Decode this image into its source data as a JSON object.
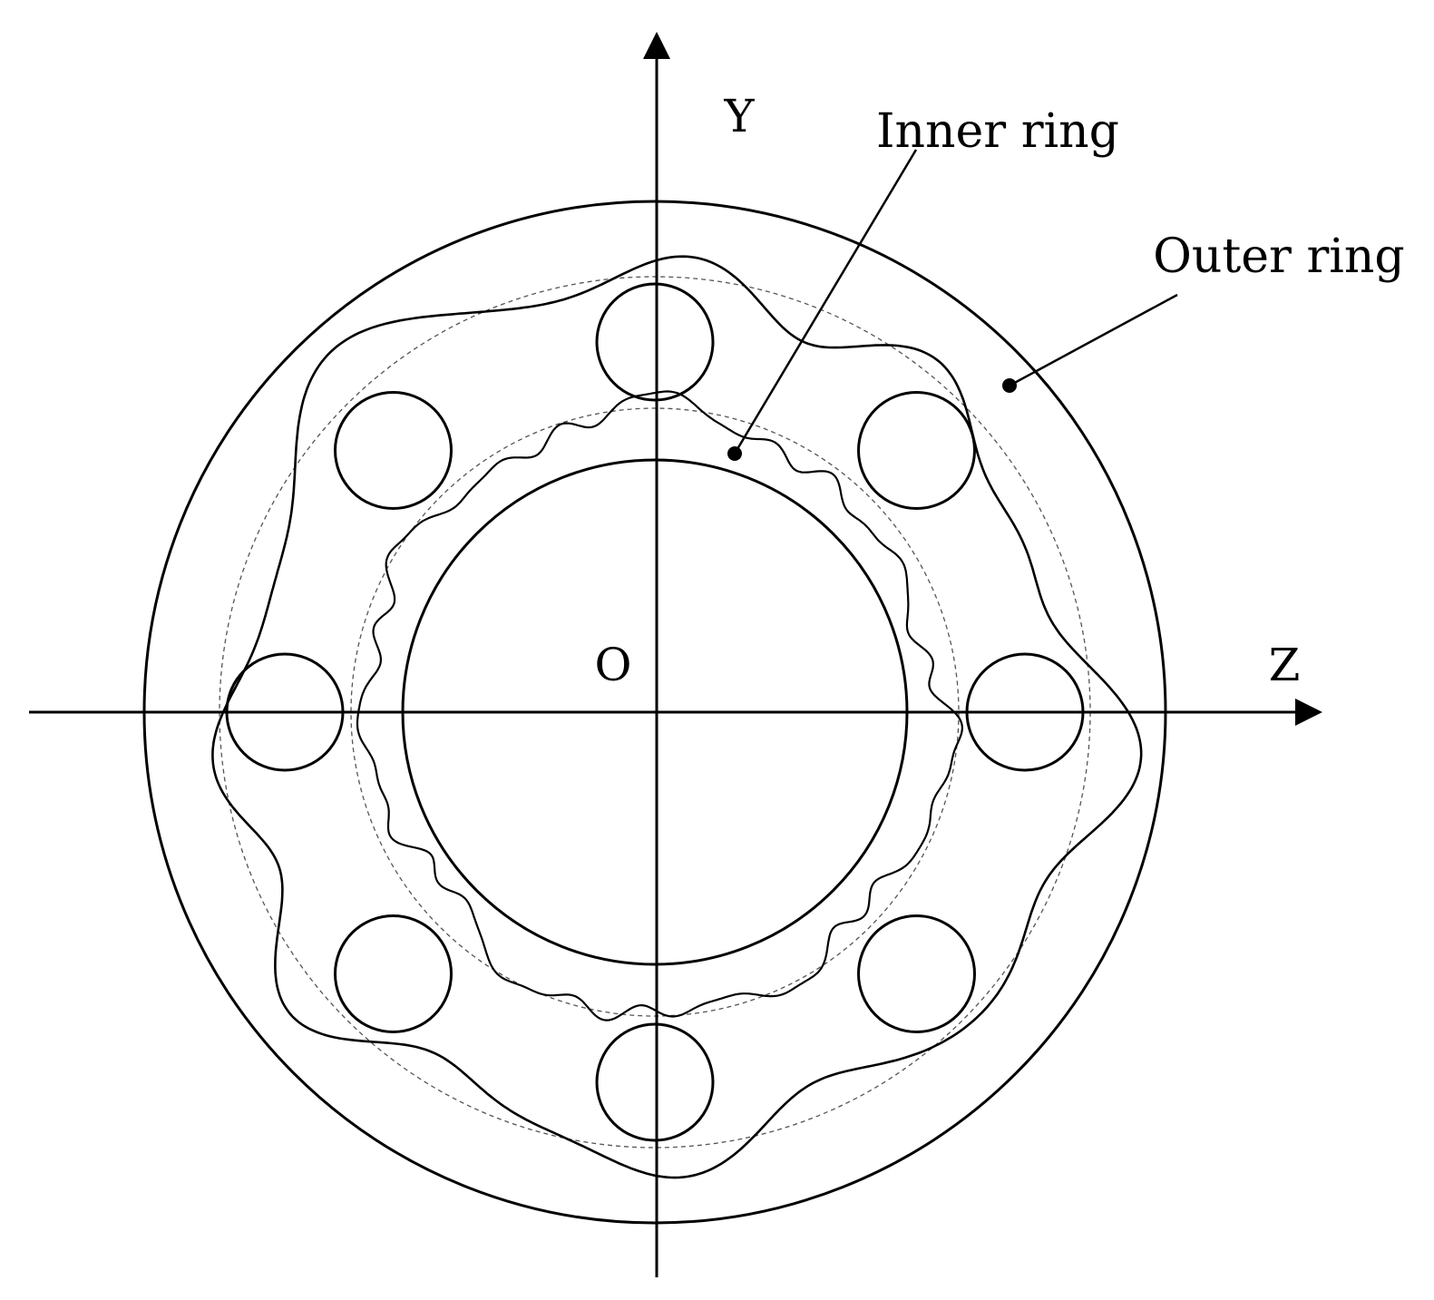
{
  "labels": {
    "y_axis": "Y",
    "z_axis": "Z",
    "origin": "O",
    "inner_ring": "Inner ring",
    "outer_ring": "Outer ring"
  },
  "rolling_elements": {
    "count": 8
  },
  "colors": {
    "stroke": "#000000",
    "pitch_circle": "#555555",
    "background": "#ffffff"
  }
}
